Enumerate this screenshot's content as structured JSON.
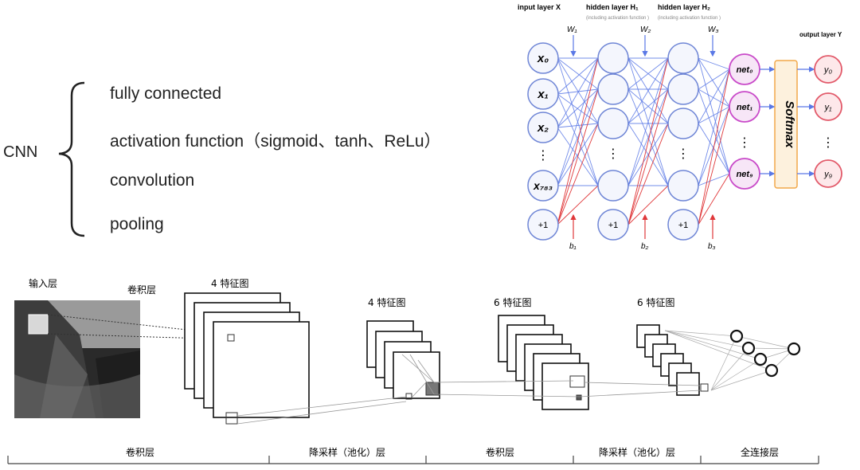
{
  "summary": {
    "root_label": "CNN",
    "items": [
      "fully connected",
      "activation function（sigmoid、tanh、ReLu）",
      "convolution",
      "pooling"
    ]
  },
  "network": {
    "input_header": "input layer X",
    "hidden1_header": "hidden layer H₁",
    "hidden1_sub": "(including activation function )",
    "hidden2_header": "hidden layer H₂",
    "hidden2_sub": "(including activation function )",
    "output_header": "output layer Y",
    "weights": [
      "W₁",
      "W₂",
      "W₃"
    ],
    "biases": [
      "b₁",
      "b₂",
      "b₃"
    ],
    "input_nodes": [
      "x₀",
      "x₁",
      "x₂",
      "x₇₈₃"
    ],
    "net_nodes": [
      "net₀",
      "net₁",
      "net₉"
    ],
    "softmax": "Softmax",
    "output_nodes": [
      "y₀",
      "y₁",
      "y₉"
    ],
    "bias_node": "+1",
    "ellipsis": "⋮"
  },
  "cnn": {
    "input_layer": "输入层",
    "conv_layer_top": "卷积层",
    "maps1": "4 特征图",
    "maps2": "4 特征图",
    "maps3": "6 特征图",
    "maps4": "6 特征图",
    "stages": [
      "卷积层",
      "降采样（池化）层",
      "卷积层",
      "降采样（池化）层",
      "全连接层"
    ]
  },
  "colors": {
    "node_blue": "#6f86d6",
    "edge_blue": "#5a78e6",
    "edge_red": "#e0383a",
    "net_pink": "#c94bc9",
    "out_red": "#e25a6a",
    "softmax": "#f2a84a"
  }
}
